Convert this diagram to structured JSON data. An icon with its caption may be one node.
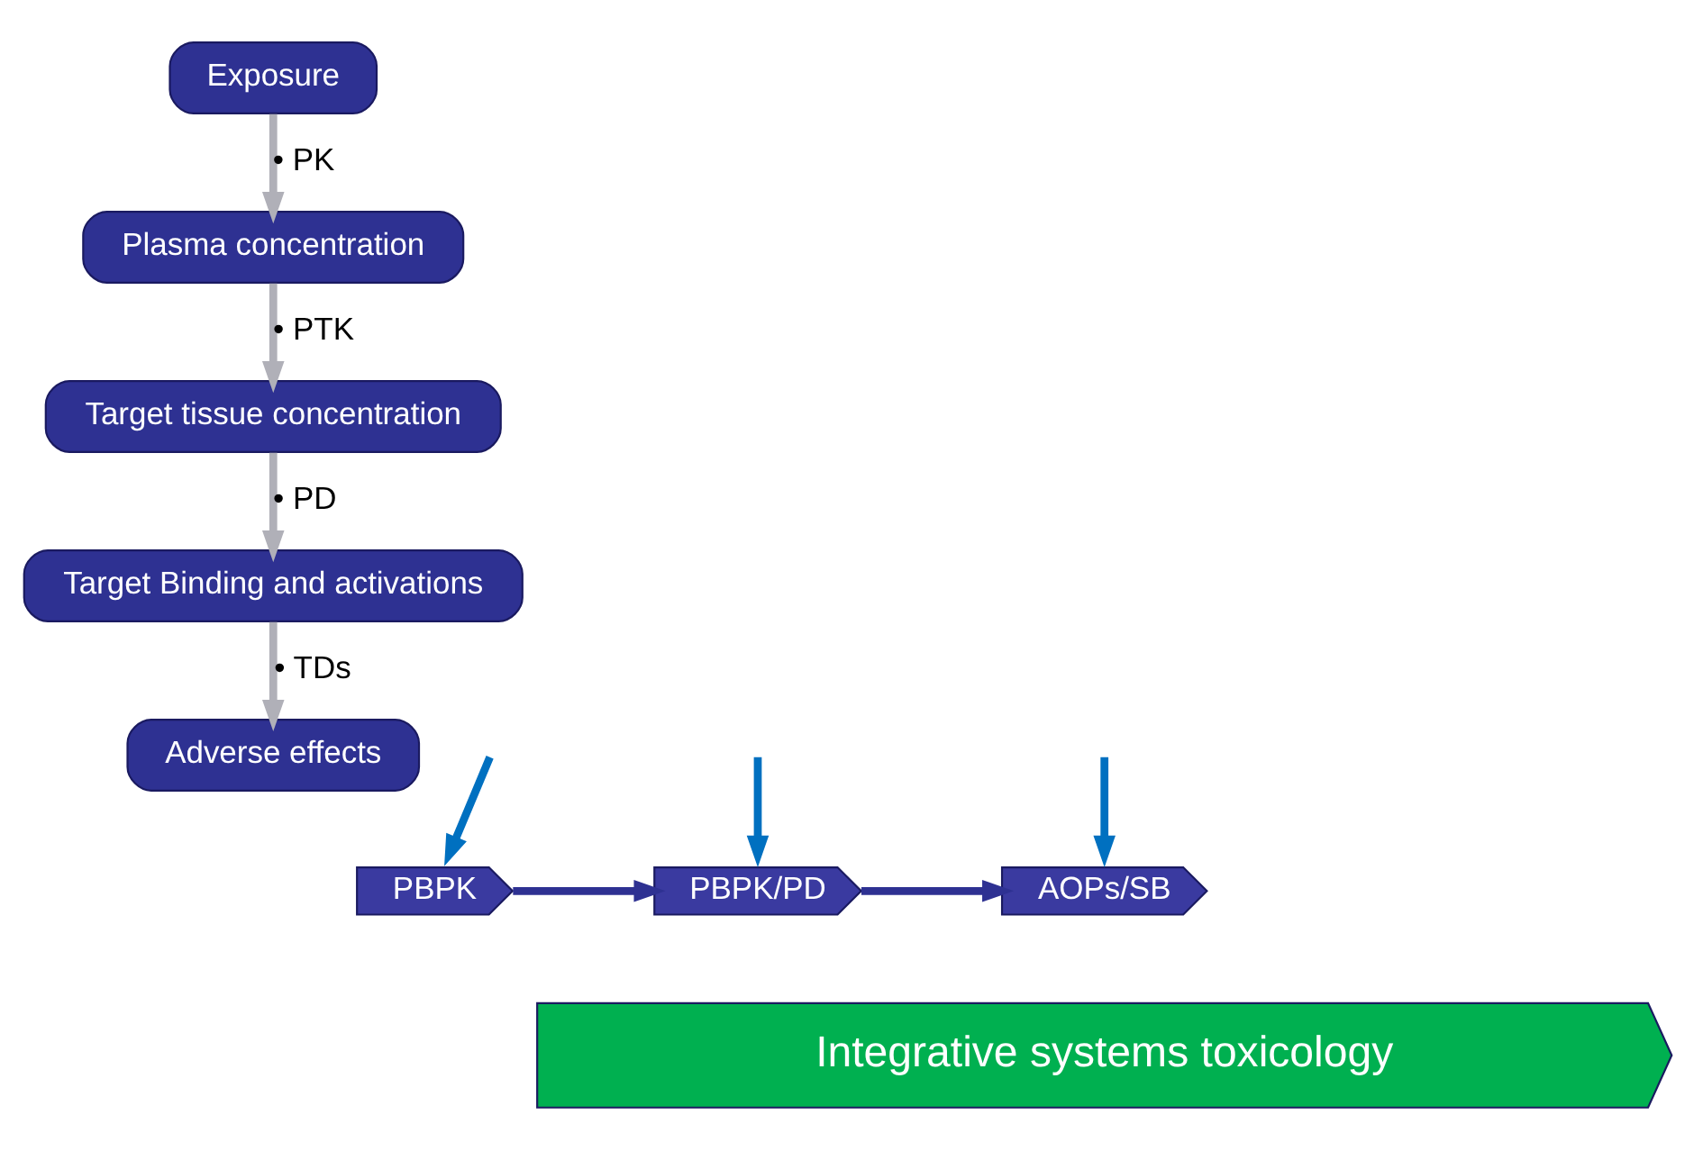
{
  "diagram": {
    "nodes": [
      {
        "text": [
          "Exposure"
        ]
      },
      {
        "text": [
          "Plasma concentration"
        ]
      },
      {
        "text": [
          "Target tissue concentration"
        ]
      },
      {
        "text": [
          "Target Binding and activations"
        ]
      },
      {
        "text": [
          "Adverse effects"
        ]
      },
      {
        "text": [
          "PBPK"
        ]
      },
      {
        "text": [
          "PBPK/PD"
        ]
      },
      {
        "text": [
          "AOPs/SB"
        ]
      },
      {
        "text": [
          "Integrative systems toxicology"
        ]
      }
    ],
    "edges": [
      {
        "from": 0,
        "to": 1,
        "arrow": "to",
        "label": "• PK",
        "color": "#b0b0b8"
      },
      {
        "from": 1,
        "to": 2,
        "arrow": "to",
        "label": "• PTK",
        "color": "#b0b0b8"
      },
      {
        "from": 2,
        "to": 3,
        "arrow": "to",
        "label": "• PD",
        "color": "#b0b0b8"
      },
      {
        "from": 3,
        "to": 4,
        "arrow": "to",
        "label": "• TDs",
        "color": "#b0b0b8"
      },
      {
        "from": null,
        "to": 5,
        "arrow": "to",
        "color": "#0070c0"
      },
      {
        "from": null,
        "to": 6,
        "arrow": "to",
        "color": "#0070c0"
      },
      {
        "from": null,
        "to": 7,
        "arrow": "to",
        "color": "#0070c0"
      },
      {
        "from": 5,
        "to": 6,
        "arrow": "to",
        "color": "#2e3192"
      },
      {
        "from": 6,
        "to": 7,
        "arrow": "to",
        "color": "#2e3192"
      }
    ]
  }
}
